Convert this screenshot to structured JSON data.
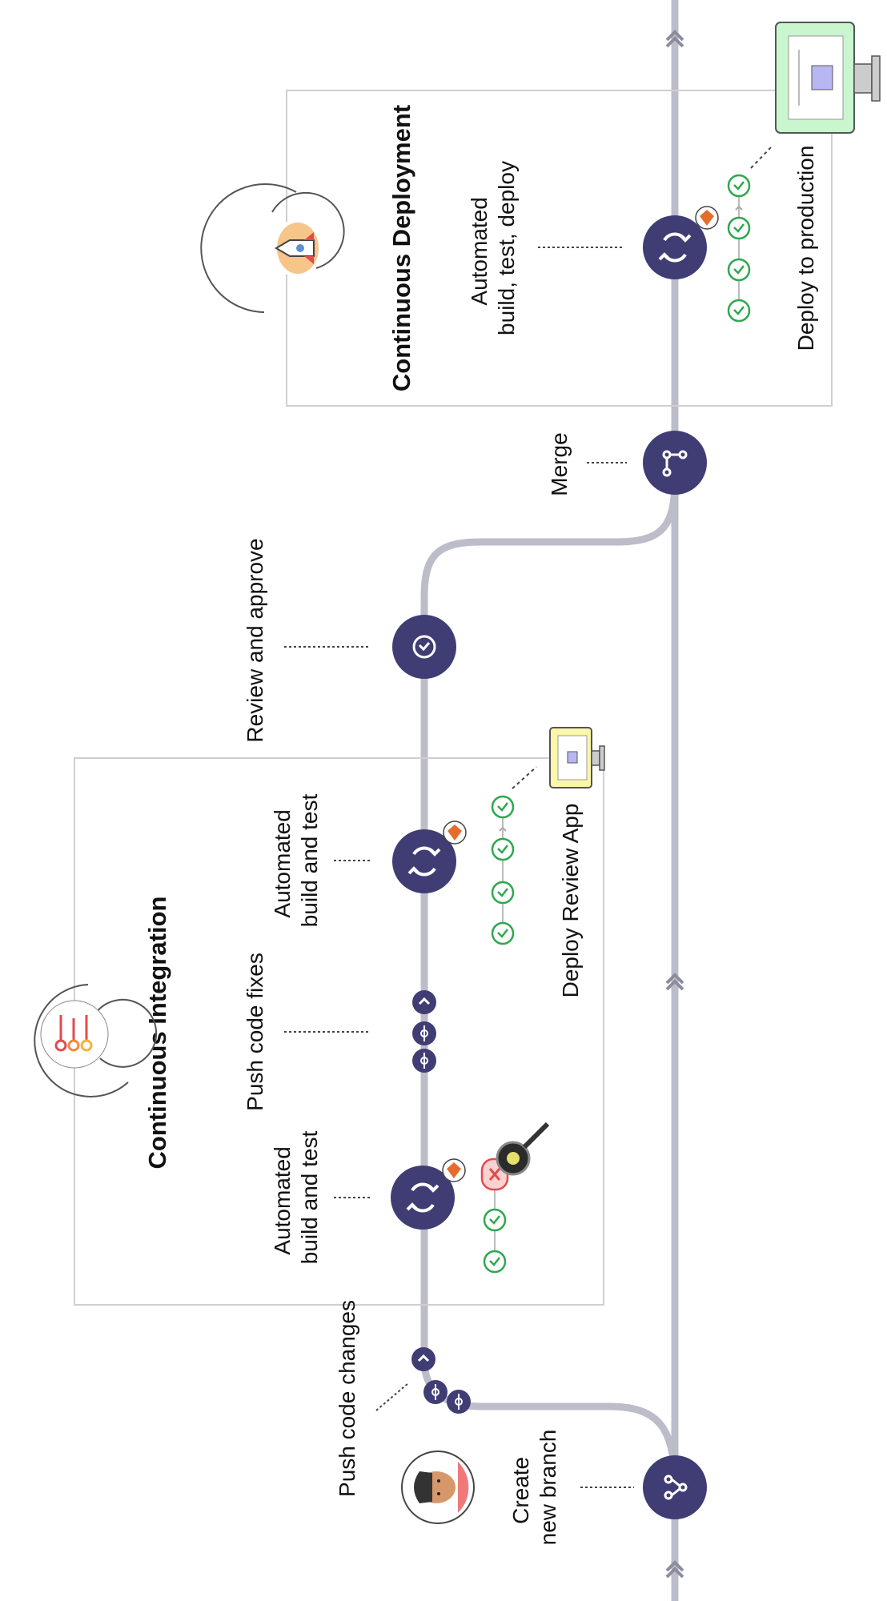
{
  "steps": {
    "create_branch": [
      "Create",
      "new branch"
    ],
    "push_changes": "Push code changes",
    "auto_build_1": [
      "Automated",
      "build and test"
    ],
    "push_fixes": "Push code fixes",
    "auto_build_2": [
      "Automated",
      "build and test"
    ],
    "review": "Review and approve",
    "merge": "Merge",
    "auto_deploy": [
      "Automated",
      "build, test, deploy"
    ],
    "deploy_review_app": "Deploy Review App",
    "deploy_production": "Deploy to production"
  },
  "sections": {
    "ci_title": "Continuous Integration",
    "cd_title": "Continuous Deployment"
  },
  "colors": {
    "node": "#3f3d74",
    "track": "#bdbcc9",
    "success": "#2fa84f",
    "fail": "#e24b4b",
    "prod_screen": "#c9f5cf",
    "review_screen": "#fbf6a9"
  },
  "icons": [
    "branch-icon",
    "commit-icon",
    "sync-icon",
    "review-icon",
    "merge-icon",
    "monitor-icon",
    "rocket-icon",
    "bug-magnifier-icon",
    "developer-avatar",
    "fox-icon",
    "check-icon",
    "fail-icon"
  ]
}
